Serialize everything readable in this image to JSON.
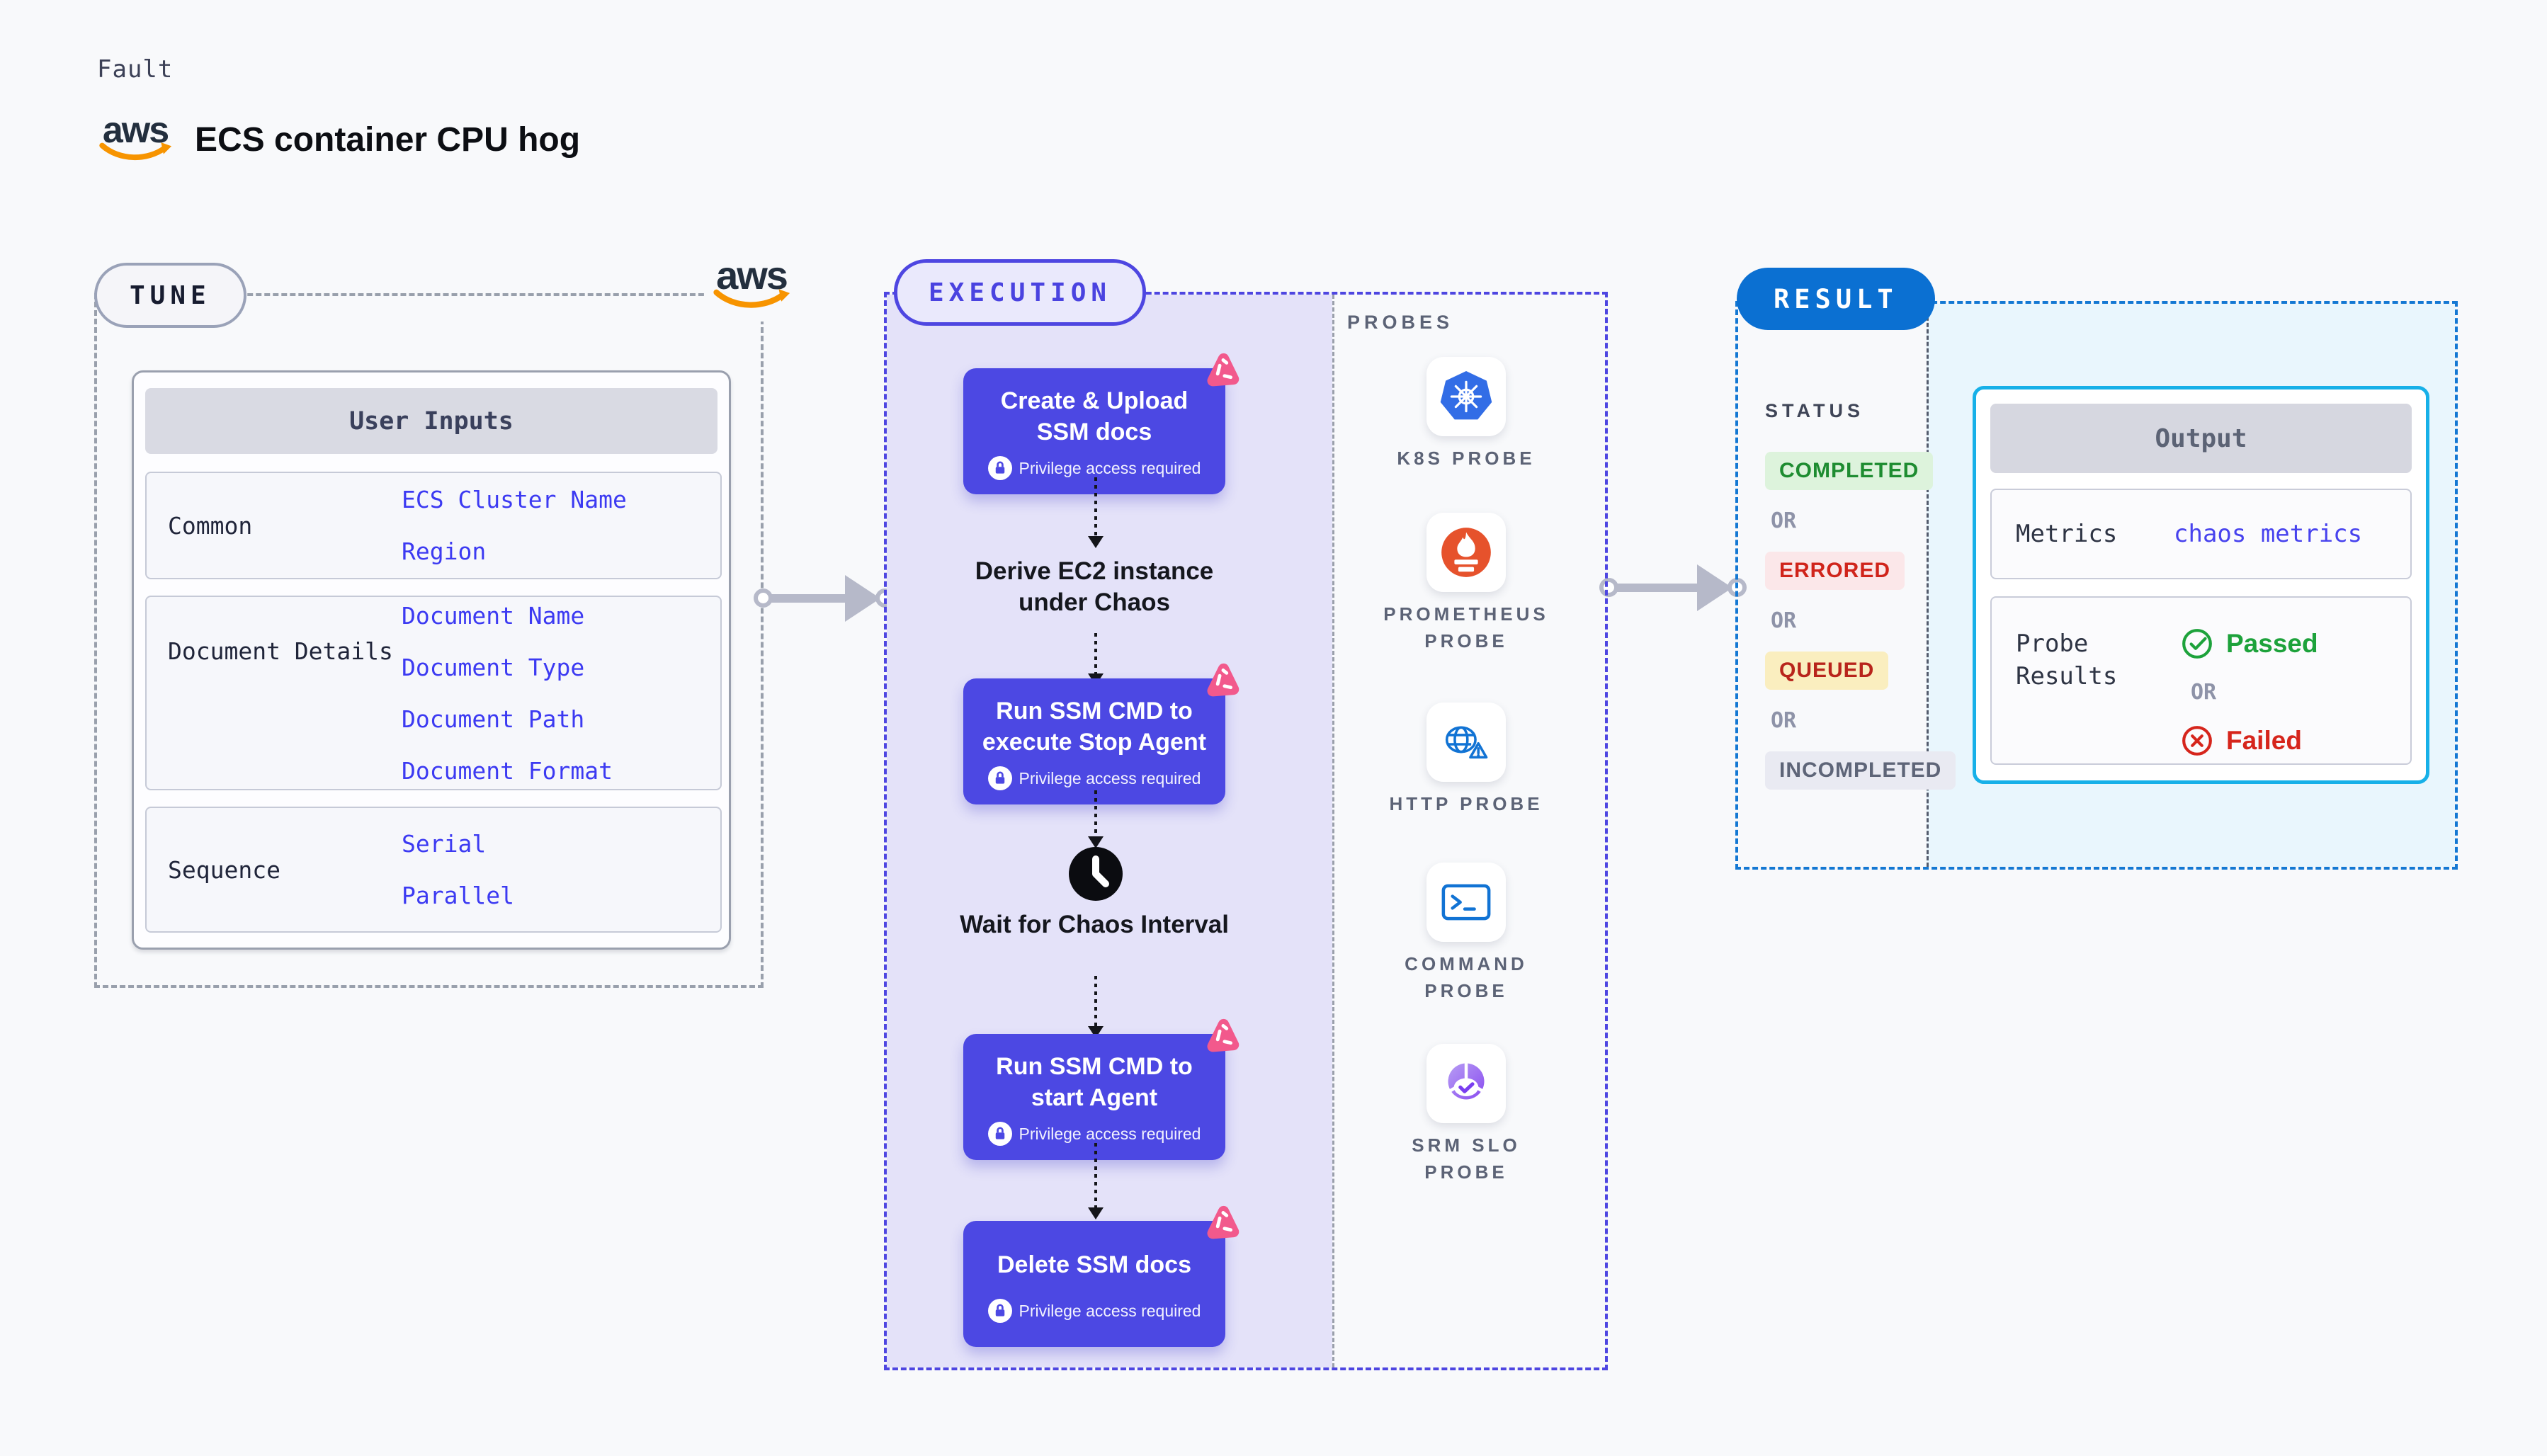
{
  "brand": {
    "wordmark": "aws"
  },
  "header": {
    "eyebrow": "Fault",
    "title": "ECS container CPU hog"
  },
  "tune": {
    "badge": "TUNE",
    "table": {
      "header": "User Inputs",
      "rows": [
        {
          "label": "Common",
          "values": [
            "ECS Cluster Name",
            "Region"
          ]
        },
        {
          "label": "Document Details",
          "values": [
            "Document Name",
            "Document Type",
            "Document Path",
            "Document Format"
          ]
        },
        {
          "label": "Sequence",
          "values": [
            "Serial",
            "Parallel"
          ]
        }
      ]
    }
  },
  "execution": {
    "badge": "EXECUTION",
    "privilege_label": "Privilege access required",
    "nodes": [
      {
        "kind": "action",
        "label": "Create & Upload SSM docs"
      },
      {
        "kind": "step",
        "label": "Derive EC2 instance under Chaos"
      },
      {
        "kind": "action",
        "label": "Run SSM CMD to execute Stop Agent"
      },
      {
        "kind": "wait",
        "label": "Wait for Chaos Interval"
      },
      {
        "kind": "action",
        "label": "Run SSM CMD to start Agent"
      },
      {
        "kind": "action",
        "label": "Delete SSM docs"
      }
    ],
    "probes": {
      "label": "PROBES",
      "items": [
        {
          "label": "K8S PROBE",
          "icon": "kubernetes-icon"
        },
        {
          "label": "PROMETHEUS PROBE",
          "icon": "prometheus-icon"
        },
        {
          "label": "HTTP PROBE",
          "icon": "http-globe-warning-icon"
        },
        {
          "label": "COMMAND PROBE",
          "icon": "terminal-icon"
        },
        {
          "label": "SRM SLO PROBE",
          "icon": "srm-slo-gauge-icon"
        }
      ]
    }
  },
  "result": {
    "badge": "RESULT",
    "status": {
      "label": "STATUS",
      "or_label": "OR",
      "options": [
        {
          "label": "COMPLETED",
          "style": "completed"
        },
        {
          "label": "ERRORED",
          "style": "errored"
        },
        {
          "label": "QUEUED",
          "style": "queued"
        },
        {
          "label": "INCOMPLETED",
          "style": "incompleted"
        }
      ]
    },
    "output": {
      "header": "Output",
      "metrics_label": "Metrics",
      "metrics_value": "chaos metrics",
      "probe_results_label": "Probe Results",
      "passed_label": "Passed",
      "or_label": "OR",
      "failed_label": "Failed"
    }
  },
  "colors": {
    "accent_indigo": "#4e46e1",
    "execution_bg_lavender": "#e4e2f9",
    "action_button_indigo": "#4c48e3",
    "result_badge_blue": "#0b70d2",
    "result_bg_cyan": "#e9f6fd",
    "output_border_cyan": "#17b0e8",
    "field_value_blue": "#3c3af2",
    "passed_green": "#1da23b",
    "failed_red": "#d6251c",
    "queued_bg_yellow": "#faeebf",
    "chaos_pink": "#f2598c",
    "aws_orange": "#f79400",
    "arrow_gray": "#b6b9c9",
    "kubernetes_blue": "#326de6",
    "prometheus_orange": "#e6522c"
  }
}
